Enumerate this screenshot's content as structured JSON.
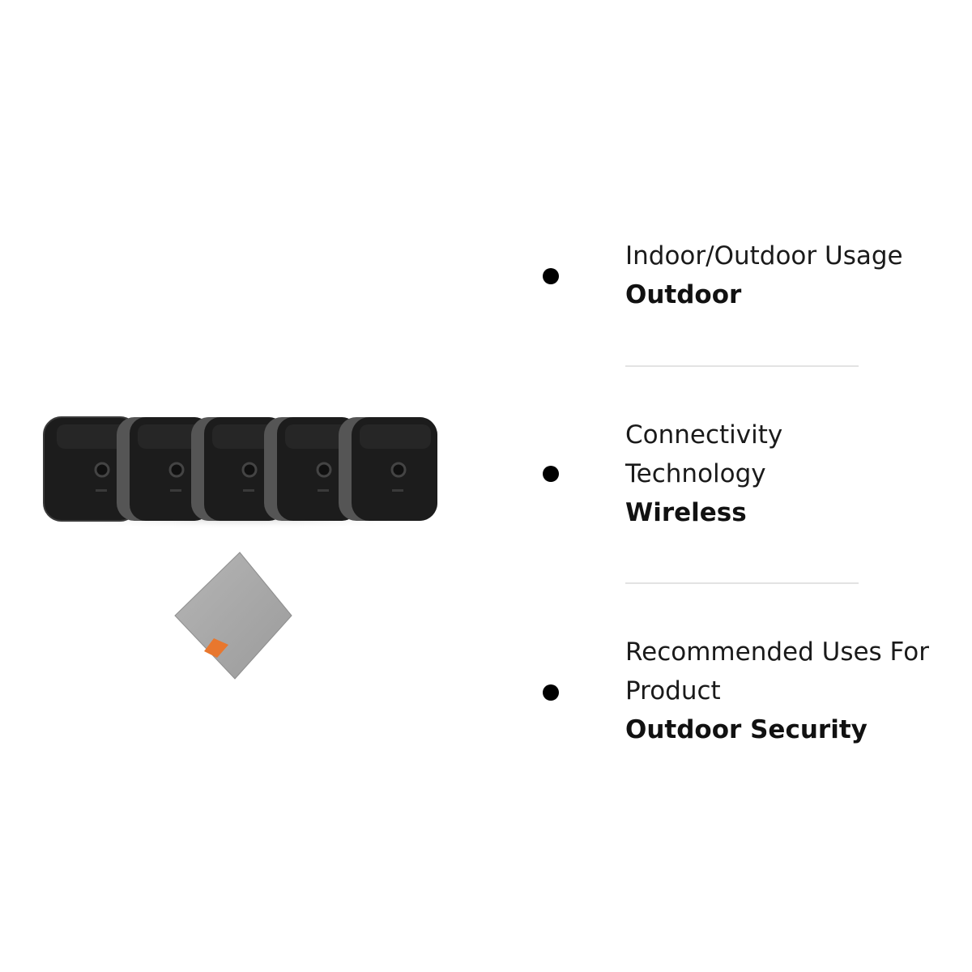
{
  "specs": [
    {
      "label": "Indoor/Outdoor Usage",
      "label_lines": [
        "Indoor/Outdoor Usage"
      ],
      "value": "Outdoor"
    },
    {
      "label": "Connectivity Technology",
      "label_lines": [
        "Connectivity",
        "Technology"
      ],
      "value": "Wireless"
    },
    {
      "label": "Recommended Uses For Product",
      "label_lines": [
        "Recommended Uses For",
        "Product"
      ],
      "value": "Outdoor Security"
    }
  ],
  "product": {
    "camera_count": 5,
    "includes_cleaning_cloth": true
  },
  "colors": {
    "camera_body": "#1c1c1c",
    "camera_frame": "#555555",
    "cloth": "#a9a9a9",
    "cloth_tag": "#e8772e",
    "bullet": "#000000",
    "divider": "#e3e3e3"
  }
}
